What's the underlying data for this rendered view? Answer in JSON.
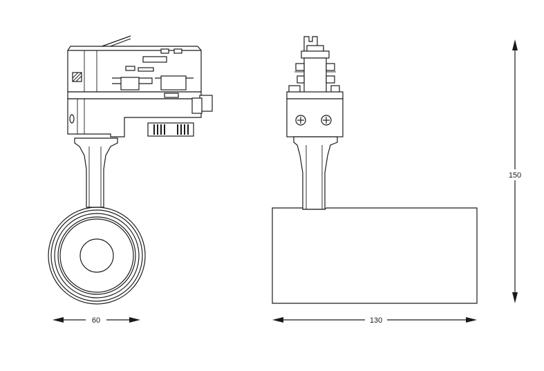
{
  "dimensions": {
    "width_label": "60",
    "length_label": "130",
    "height_label": "150"
  },
  "colors": {
    "line": "#1a1a1a",
    "background": "#ffffff"
  }
}
